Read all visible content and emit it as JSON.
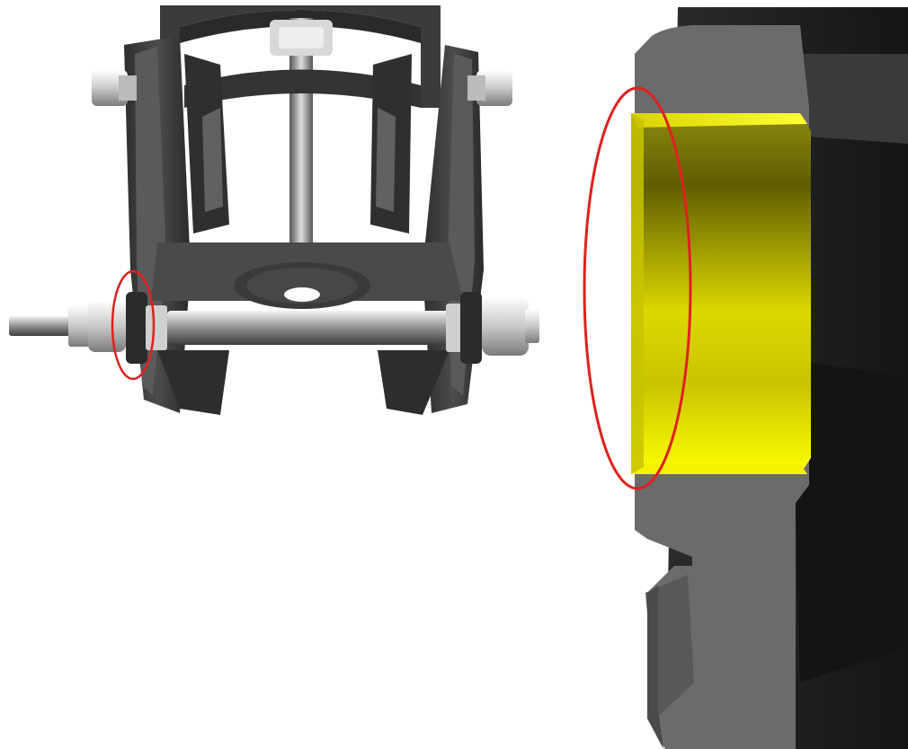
{
  "figure": {
    "left_view": {
      "subject": "suspension-bracket-assembly",
      "highlight": "annotation-ellipse"
    },
    "right_view": {
      "subject": "bushing-section-closeup",
      "highlight": "annotation-ellipse"
    },
    "colors": {
      "background": "#ffffff",
      "metal_dark": "#3a3a3a",
      "metal_mid": "#5e5e5e",
      "metal_light": "#cfcfcf",
      "section_grey": "#6b6b6b",
      "bushing_yellow": "#f2ee00",
      "annotation_red": "#e0201e"
    }
  }
}
